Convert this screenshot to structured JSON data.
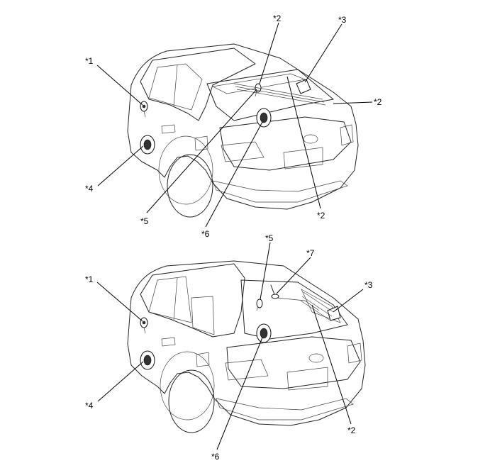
{
  "top_view": {
    "labels": {
      "c1": "*1",
      "c2a": "*2",
      "c2b": "*2",
      "c2c": "*2",
      "c3": "*3",
      "c4": "*4",
      "c5": "*5",
      "c6": "*6"
    }
  },
  "bottom_view": {
    "labels": {
      "c1": "*1",
      "c2": "*2",
      "c3": "*3",
      "c4": "*4",
      "c5": "*5",
      "c6": "*6",
      "c7": "*7"
    }
  }
}
